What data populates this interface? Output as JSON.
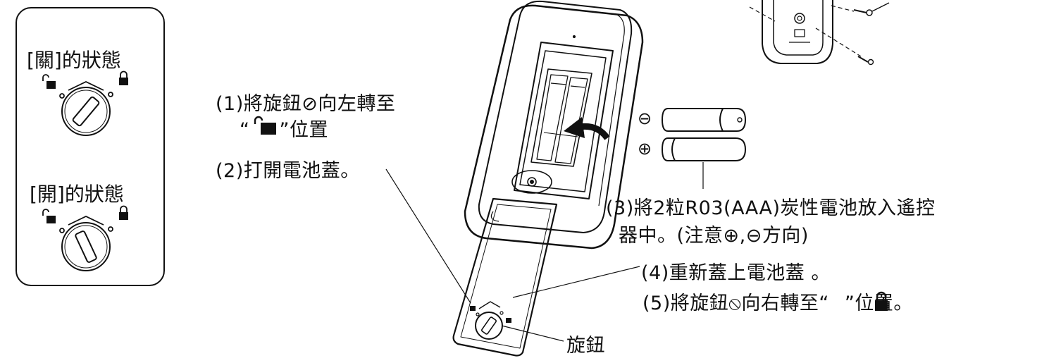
{
  "legend": {
    "closed_label": "[關]的狀態",
    "open_label": "[開]的狀態"
  },
  "steps": {
    "s1_line1": "(1)將旋鈕⊘向左轉至",
    "s1_line2_pre": "“",
    "s1_line2_post": "”位置",
    "s2": "(2)打開電池蓋。",
    "s3_line1": "(3)將2粒R03(AAA)炭性電池放入遙控",
    "s3_line2": "器中。(注意⊕,⊖方向)",
    "s4": "(4)重新蓋上電池蓋 。",
    "s5_pre": "(5)將旋鈕⦸向右轉至“",
    "s5_post": "”位置。"
  },
  "knob_label": "旋鈕",
  "battery_symbols": {
    "minus": "⊖",
    "plus": "⊕"
  },
  "colors": {
    "ink": "#111111",
    "background": "#ffffff"
  }
}
